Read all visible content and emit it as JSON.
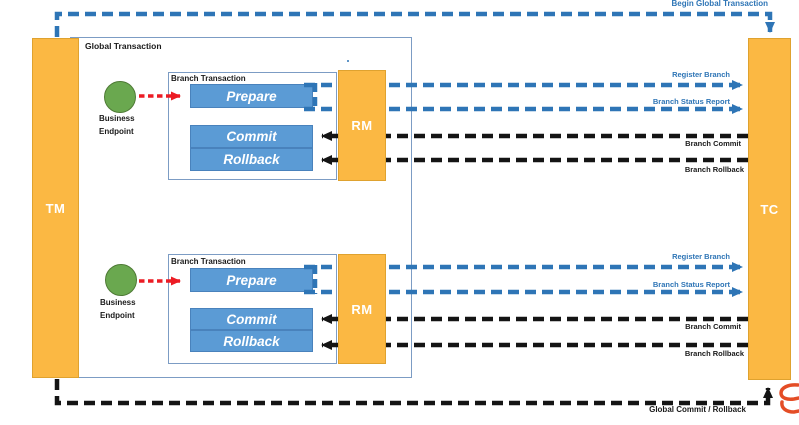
{
  "actors": {
    "tm": "TM",
    "tc": "TC",
    "rm": "RM"
  },
  "global_box": {
    "label": "Global Transaction"
  },
  "branch": {
    "label": "Branch Transaction",
    "prepare": "Prepare",
    "commit": "Commit",
    "rollback": "Rollback",
    "endpoint_line1": "Business",
    "endpoint_line2": "Endpoint"
  },
  "messages": {
    "begin_global": "Begin Global Transaction",
    "register_branch": "Register Branch",
    "branch_status": "Branch Status Report",
    "branch_commit": "Branch Commit",
    "branch_rollback": "Branch Rollback",
    "global_commit_rollback": "Global Commit / Rollback"
  },
  "colors": {
    "actor_orange": "#FBB843",
    "box_blue": "#5B9BD5",
    "line_blue": "#2E75B6",
    "endpoint_green": "#6AA84F",
    "arrow_red": "#EC1C24",
    "line_black": "#141414",
    "annotation_red": "#E44D26"
  },
  "misc": {
    "dot": "."
  }
}
